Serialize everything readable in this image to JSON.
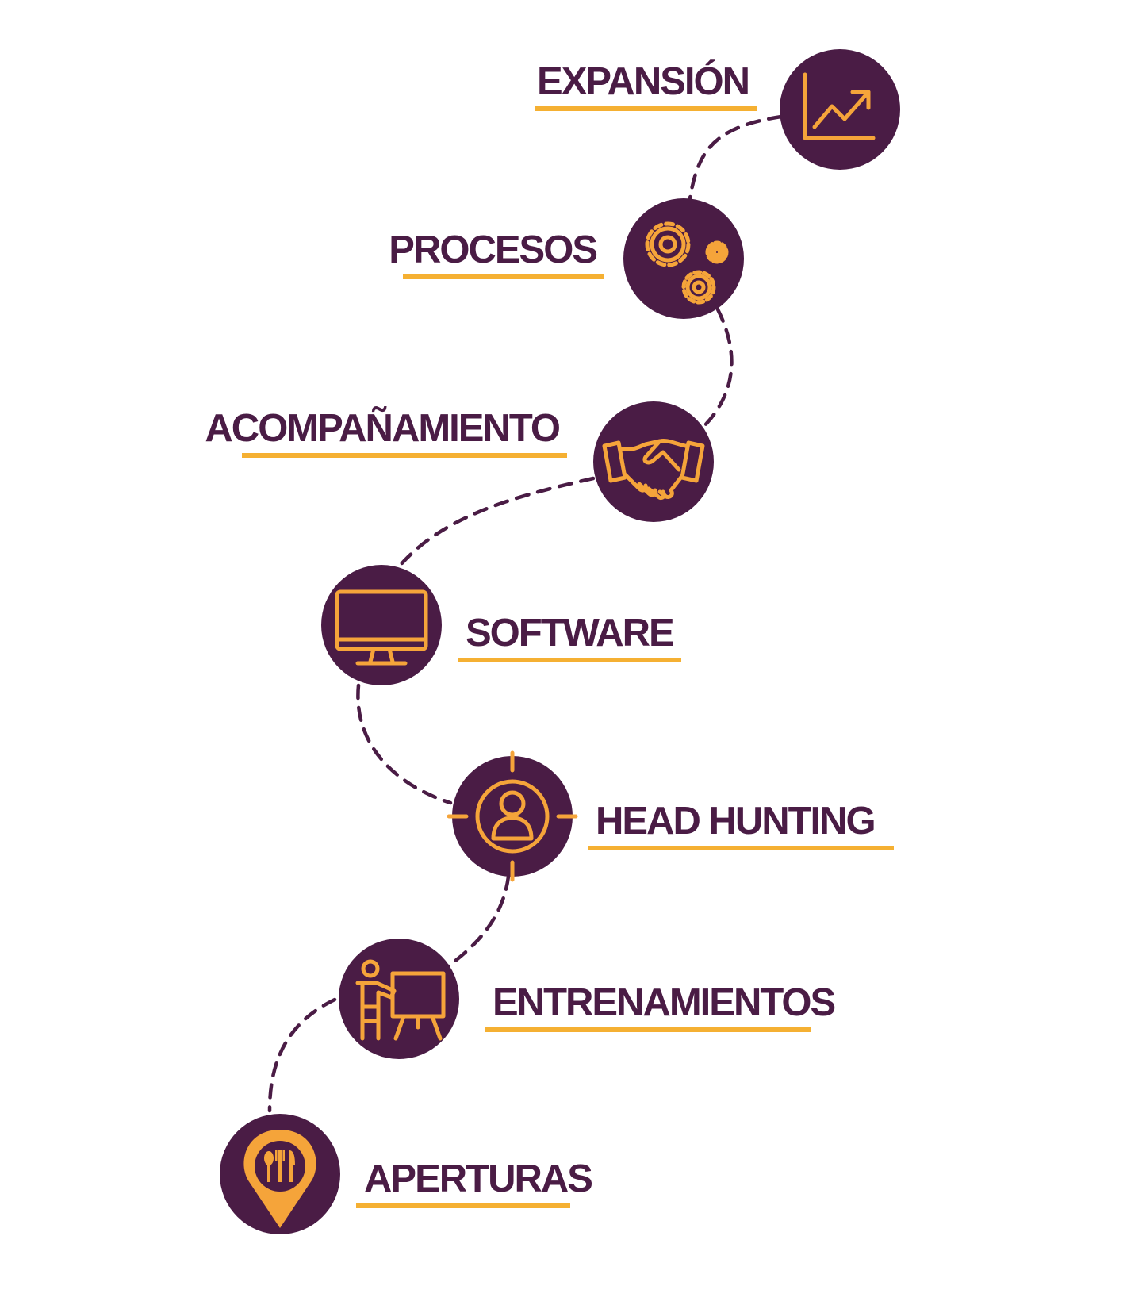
{
  "steps": [
    {
      "label": "EXPANSIÓN",
      "icon": "chart-growth-icon"
    },
    {
      "label": "PROCESOS",
      "icon": "gears-icon"
    },
    {
      "label": "ACOMPAÑAMIENTO",
      "icon": "handshake-icon"
    },
    {
      "label": "SOFTWARE",
      "icon": "monitor-icon"
    },
    {
      "label": "HEAD HUNTING",
      "icon": "target-person-icon"
    },
    {
      "label": "ENTRENAMIENTOS",
      "icon": "presentation-icon"
    },
    {
      "label": "APERTURAS",
      "icon": "restaurant-location-icon"
    }
  ],
  "colors": {
    "circle": "#4a1c45",
    "text": "#4a1c45",
    "underline": "#f5b032",
    "icon": "#f5a43a",
    "path": "#4a1c45"
  }
}
